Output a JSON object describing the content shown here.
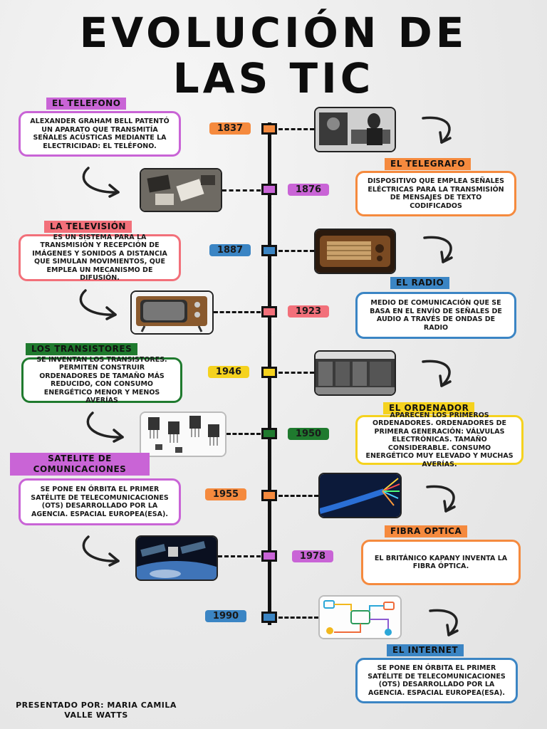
{
  "title_line1": "EVOLUCIÓN DE",
  "title_line2": "LAS TIC",
  "events": [
    {
      "year": "1837",
      "label": "EL TELEFONO",
      "text": "ALEXANDER GRAHAM BELL PATENTÓ UN APARATO QUE TRANSMITÍA SEÑALES ACÚSTICAS MEDIANTE LA ELECTRICIDAD: EL TELÉFONO.",
      "color": "#c964d6",
      "year_color": "#f58a3e"
    },
    {
      "year": "1876",
      "label": "EL TELEGRAFO",
      "text": "DISPOSITIVO QUE EMPLEA SEÑALES ELÉCTRICAS PARA LA TRANSMISIÓN DE MENSAJES DE TEXTO CODIFICADOS",
      "color": "#f58a3e",
      "year_color": "#c964d6"
    },
    {
      "year": "1887",
      "label": "LA TELEVISIÓN",
      "text": "ES UN SISTEMA PARA LA TRANSMISIÓN Y RECEPCIÓN DE IMÁGENES Y SONIDOS A DISTANCIA QUE SIMULAN MOVIMIENTOS, QUE EMPLEA UN MECANISMO DE DIFUSIÓN.",
      "color": "#f2707a",
      "year_color": "#3b85c4"
    },
    {
      "year": "1923",
      "label": "EL RADIO",
      "text": "MEDIO DE COMUNICACIÓN QUE SE BASA EN EL ENVÍO DE SEÑALES DE AUDIO A TRAVÉS DE ONDAS DE RADIO",
      "color": "#3b85c4",
      "year_color": "#f2707a"
    },
    {
      "year": "1946",
      "label": "LOS TRANSISTORES",
      "text": "SE INVENTAN LOS TRANSISTORES. PERMITEN CONSTRUIR ORDENADORES DE TAMAÑO MÁS REDUCIDO, CON CONSUMO ENERGÉTICO MENOR Y MENOS AVERÍAS",
      "color": "#1f7a2e",
      "year_color": "#f5d21e"
    },
    {
      "year": "1950",
      "label": "EL ORDENADOR",
      "text": "APARECEN LOS PRIMEROS ORDENADORES. ORDENADORES DE PRIMERA GENERACIÓN: VÁLVULAS ELECTRÓNICAS. TAMAÑO CONSIDERABLE. CONSUMO ENERGÉTICO MUY ELEVADO Y MUCHAS AVERÍAS.",
      "color": "#f5d21e",
      "year_color": "#1f7a2e"
    },
    {
      "year": "1955",
      "label": "SATELITE DE COMUNICACIONES",
      "text": "SE PONE EN ÓRBITA EL PRIMER SATÉLITE DE TELECOMUNICACIONES (OTS) DESARROLLADO POR LA AGENCIA. ESPACIAL EUROPEA(ESA).",
      "color": "#c964d6",
      "year_color": "#f58a3e"
    },
    {
      "year": "1978",
      "label": "FIBRA OPTICA",
      "text": "EL BRITÁNICO KAPANY INVENTA LA FIBRA ÓPTICA.",
      "color": "#f58a3e",
      "year_color": "#c964d6"
    },
    {
      "year": "1990",
      "label": "EL INTERNET",
      "text": "SE PONE EN ÓRBITA EL PRIMER SATÉLITE DE TELECOMUNICACIONES (OTS) DESARROLLADO POR LA AGENCIA. ESPACIAL EUROPEA(ESA).",
      "color": "#3b85c4",
      "year_color": "#3b85c4"
    }
  ],
  "footer": "PRESENTADO POR: MARIA CAMILA VALLE WATTS"
}
